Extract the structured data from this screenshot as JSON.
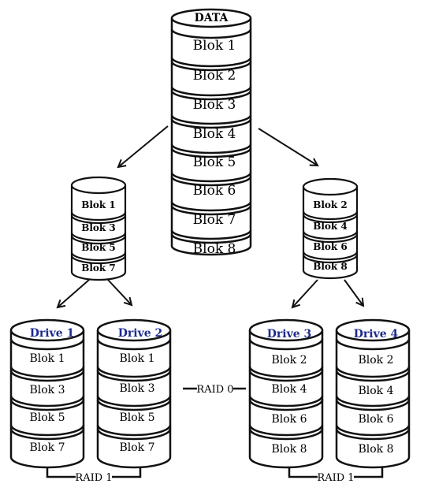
{
  "main_stack": {
    "title": "DATA",
    "blocks": [
      "Blok 1",
      "Blok 2",
      "Blok 3",
      "Blok 4",
      "Blok 5",
      "Blok 6",
      "Blok 7",
      "Blok 8"
    ]
  },
  "left_stack": {
    "blocks": [
      "Blok 1",
      "Blok 3",
      "Blok 5",
      "Blok 7"
    ]
  },
  "right_stack": {
    "blocks": [
      "Blok 2",
      "Blok 4",
      "Blok 6",
      "Blok 8"
    ]
  },
  "drives": [
    {
      "title": "Drive 1",
      "blocks": [
        "Blok 1",
        "Blok 3",
        "Blok 5",
        "Blok 7"
      ]
    },
    {
      "title": "Drive 2",
      "blocks": [
        "Blok 1",
        "Blok 3",
        "Blok 5",
        "Blok 7"
      ]
    },
    {
      "title": "Drive 3",
      "blocks": [
        "Blok 2",
        "Blok 4",
        "Blok 6",
        "Blok 8"
      ]
    },
    {
      "title": "Drive 4",
      "blocks": [
        "Blok 2",
        "Blok 4",
        "Blok 6",
        "Blok 8"
      ]
    }
  ],
  "labels": {
    "raid0": "RAID 0",
    "raid1_left": "RAID 1",
    "raid1_right": "RAID 1"
  },
  "colors": {
    "stroke": "#111111",
    "drive_title": "#1c2a8c",
    "background": "#ffffff"
  }
}
